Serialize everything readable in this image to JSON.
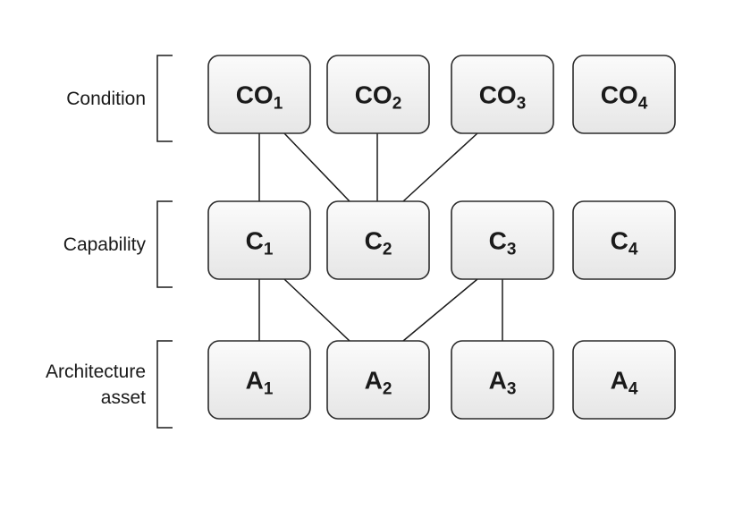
{
  "layers": [
    {
      "id": "condition",
      "label_lines": [
        "Condition"
      ],
      "nodes": [
        {
          "id": "CO1",
          "base": "CO",
          "sub": "1"
        },
        {
          "id": "CO2",
          "base": "CO",
          "sub": "2"
        },
        {
          "id": "CO3",
          "base": "CO",
          "sub": "3"
        },
        {
          "id": "CO4",
          "base": "CO",
          "sub": "4"
        }
      ]
    },
    {
      "id": "capability",
      "label_lines": [
        "Capability"
      ],
      "nodes": [
        {
          "id": "C1",
          "base": "C",
          "sub": "1"
        },
        {
          "id": "C2",
          "base": "C",
          "sub": "2"
        },
        {
          "id": "C3",
          "base": "C",
          "sub": "3"
        },
        {
          "id": "C4",
          "base": "C",
          "sub": "4"
        }
      ]
    },
    {
      "id": "architecture-asset",
      "label_lines": [
        "Architecture",
        "asset"
      ],
      "nodes": [
        {
          "id": "A1",
          "base": "A",
          "sub": "1"
        },
        {
          "id": "A2",
          "base": "A",
          "sub": "2"
        },
        {
          "id": "A3",
          "base": "A",
          "sub": "3"
        },
        {
          "id": "A4",
          "base": "A",
          "sub": "4"
        }
      ]
    }
  ],
  "links": [
    [
      "CO1",
      "C1"
    ],
    [
      "CO1",
      "C2"
    ],
    [
      "CO2",
      "C2"
    ],
    [
      "CO3",
      "C2"
    ],
    [
      "C1",
      "A1"
    ],
    [
      "C1",
      "A2"
    ],
    [
      "C3",
      "A2"
    ],
    [
      "C3",
      "A3"
    ]
  ]
}
